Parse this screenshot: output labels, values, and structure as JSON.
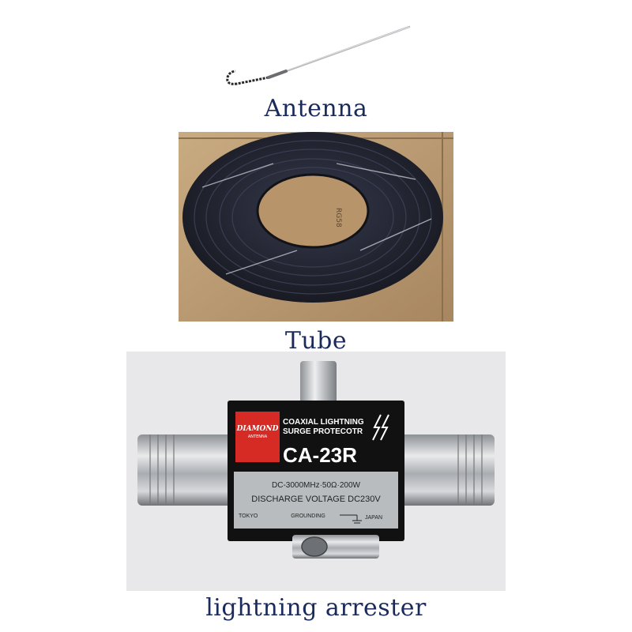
{
  "colors": {
    "caption": "#1a2a5a",
    "box": "#b99a72",
    "cable": "#1f2230",
    "chrome": "#c9ccd0",
    "label_black": "#111111",
    "brand_red": "#d62b24",
    "wall": "#e8e8ea"
  },
  "captions": {
    "antenna": "Antenna",
    "tube": "Tube",
    "arrester": "lightning arrester"
  },
  "box_print": "RG58",
  "arrester_label": {
    "brand": "DIAMOND",
    "brand_sub": "ANTENNA",
    "title_1": "COAXIAL LIGHTNING",
    "title_2": "SURGE PROTECOTR",
    "model": "CA-23R",
    "spec_1": "DC-3000MHz·50Ω·200W",
    "spec_2": "DISCHARGE VOLTAGE DC230V",
    "left_foot": "TOKYO",
    "mid_foot": "GROUNDING",
    "right_foot": "JAPAN"
  }
}
